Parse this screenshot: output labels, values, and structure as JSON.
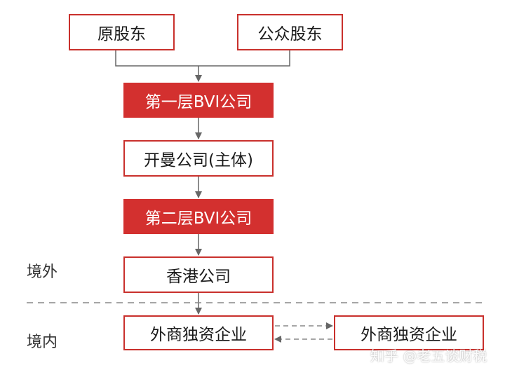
{
  "colors": {
    "accent": "#d3302f",
    "border": "#c9302c",
    "connector": "#666666"
  },
  "nodes": {
    "original_shareholders": "原股东",
    "public_shareholders": "公众股东",
    "bvi_layer1": "第一层BVI公司",
    "kaiman_company": "开曼公司(主体)",
    "bvi_layer2": "第二层BVI公司",
    "hk_company": "香港公司",
    "wfoe_main": "外商独资企业",
    "wfoe_side": "外商独资企业"
  },
  "regions": {
    "offshore": "境外",
    "onshore": "境内"
  },
  "watermark": "知乎 @老五谈财税"
}
